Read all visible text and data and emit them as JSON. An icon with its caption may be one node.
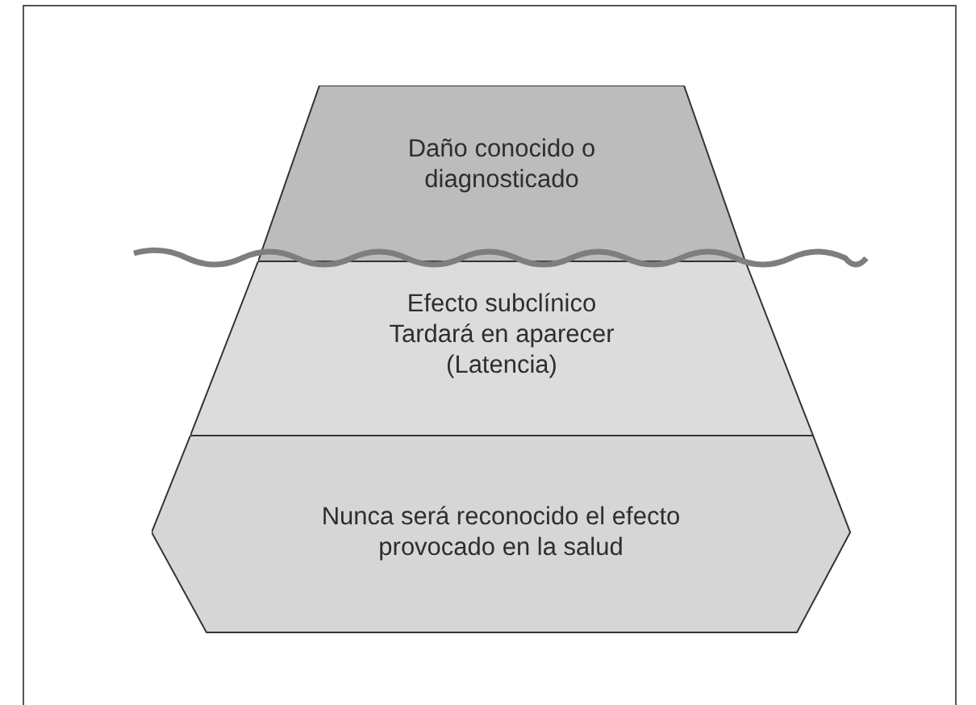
{
  "diagram": {
    "nodes": [
      {
        "text": [
          "Daño conocido o diagnosticado"
        ]
      },
      {
        "text": [
          "Efecto subclínico Tardará en aparecer (Latencia)"
        ]
      },
      {
        "text": [
          "Nunca será reconocido el efecto provocado en la salud"
        ]
      }
    ]
  }
}
